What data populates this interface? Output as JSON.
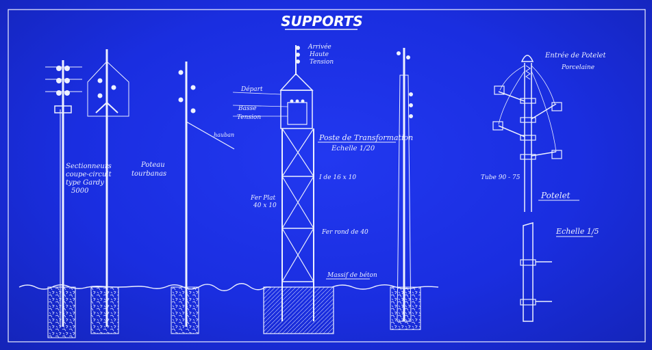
{
  "title": "SUPPORTS",
  "labels": {
    "sectionneur": [
      "Sectionneurs",
      "coupe-circuit",
      "type Gardy",
      "5000"
    ],
    "poteau": [
      "Poteau",
      "tourbanas"
    ],
    "hauban": "hauban",
    "arrivee": [
      "Arrivée",
      "Haute",
      "Tension"
    ],
    "depart": "Départ",
    "basse": "Basse",
    "tension": "Tension",
    "poste": "Poste de Transformation",
    "poste_scale": "Echelle 1/20",
    "fer_i": "I de 16 x 10",
    "fer_plat": [
      "Fer Plat",
      "40 x 10"
    ],
    "fer_rond": "Fer rond de 40",
    "massif": "Massif de béton",
    "entree": "Entrée de Potelet",
    "porcelaine": "Porcelaine",
    "tube": "Tube 90 - 75",
    "potelet": "Potelet",
    "potelet_scale": "Echelle 1/5"
  },
  "colors": {
    "paper": "#1a2ee0",
    "ink": "#eef1ff"
  }
}
